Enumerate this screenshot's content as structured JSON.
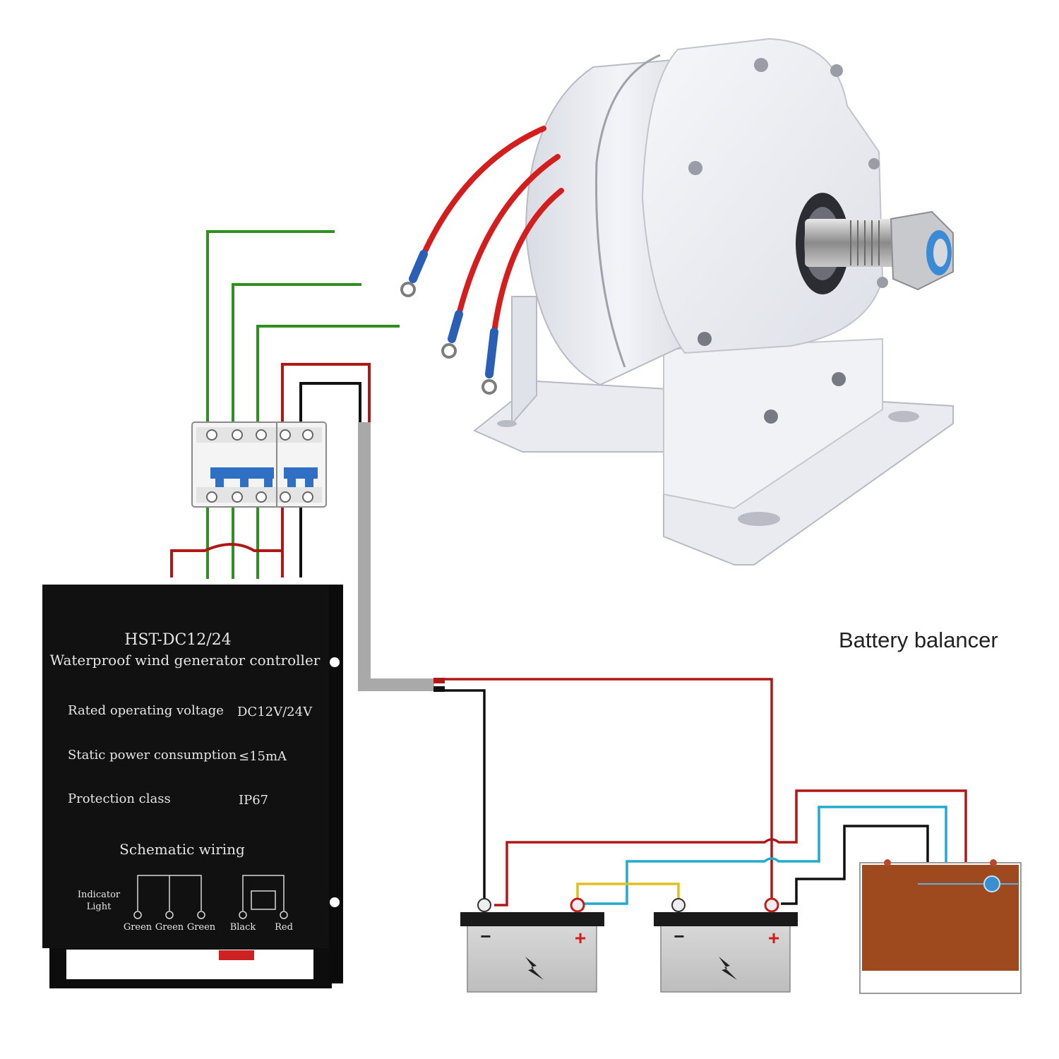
{
  "controller": {
    "model": "HST-DC12/24",
    "subtitle": "Waterproof wind generator controller",
    "specs": [
      {
        "label": "Rated operating voltage",
        "value": "DC12V/24V"
      },
      {
        "label": "Static power consumption",
        "value": "≤15mA"
      },
      {
        "label": "Protection class",
        "value": "IP67"
      }
    ],
    "schematic_title": "Schematic wiring",
    "indicator_label": [
      "Indicator",
      "Light"
    ],
    "terminal_labels": [
      "Green",
      "Green",
      "Green",
      "Black",
      "Red"
    ]
  },
  "balancer_label": "Battery balancer",
  "battery_terminals": {
    "minus": "−",
    "plus": "+"
  },
  "colors": {
    "phase_wire": "#2f8f1f",
    "positive_wire": "#b01818",
    "negative_wire": "#111111",
    "balance_wire": "#22aacc",
    "series_link": "#e0c020",
    "balancer_body": "#9e4a1e",
    "generator_body": "#eef0f5",
    "breaker_handle": "#2f6fc4",
    "controller_body": "#111111"
  },
  "icons": [
    "lightning-icon",
    "ring-terminal-icon",
    "breaker-icon",
    "hex-nut-icon"
  ]
}
